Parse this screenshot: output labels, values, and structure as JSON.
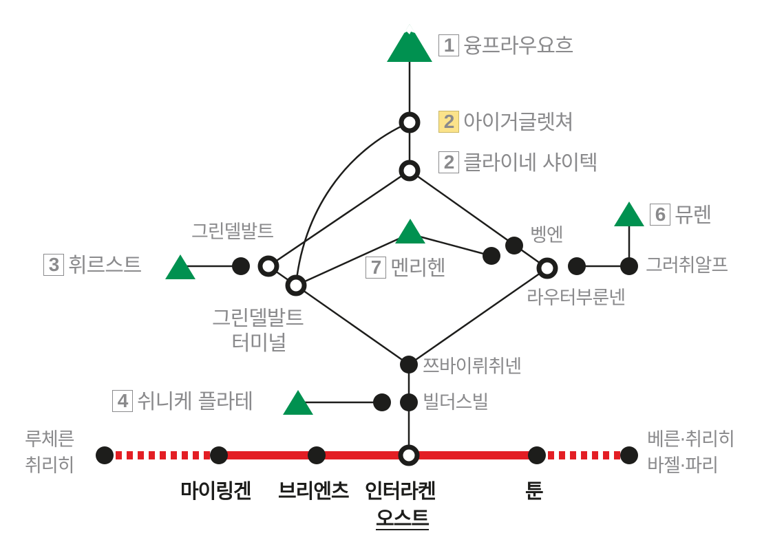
{
  "colors": {
    "mountain_green": "#009150",
    "main_line_red": "#e31e24",
    "line_black": "#1d1d1b",
    "label_gray": "#8a8a8c",
    "highlight_yellow": "#fbe38a"
  },
  "peaks": [
    {
      "num": "1",
      "name": "융프라우요흐",
      "highlight": false
    },
    {
      "num": "2",
      "name": "아이거글렛쳐",
      "highlight": true
    },
    {
      "num": "2",
      "name": "클라이네 샤이텍",
      "highlight": false
    },
    {
      "num": "3",
      "name": "휘르스트",
      "highlight": false
    },
    {
      "num": "4",
      "name": "쉬니케 플라테",
      "highlight": false
    },
    {
      "num": "6",
      "name": "뮤렌",
      "highlight": false
    },
    {
      "num": "7",
      "name": "멘리헨",
      "highlight": false
    }
  ],
  "stations": {
    "grindelwald": "그린델발트",
    "grindelwald_terminal_1": "그린델발트",
    "grindelwald_terminal_2": "터미널",
    "wengen": "벵엔",
    "lauterbrunnen": "라우터부룬넨",
    "grutschalp": "그러취알프",
    "zweiluetschinen": "쯔바이뤼취넨",
    "wilderswil": "빌더스빌",
    "luzern_zurich_1": "루체른",
    "luzern_zurich_2": "취리히",
    "bern_1": "베른·취리히",
    "bern_2": "바젤·파리",
    "meiringen": "마이링겐",
    "brienz": "브리엔츠",
    "interlaken_1": "인터라켄",
    "interlaken_2": "오스트",
    "thun": "툰"
  }
}
